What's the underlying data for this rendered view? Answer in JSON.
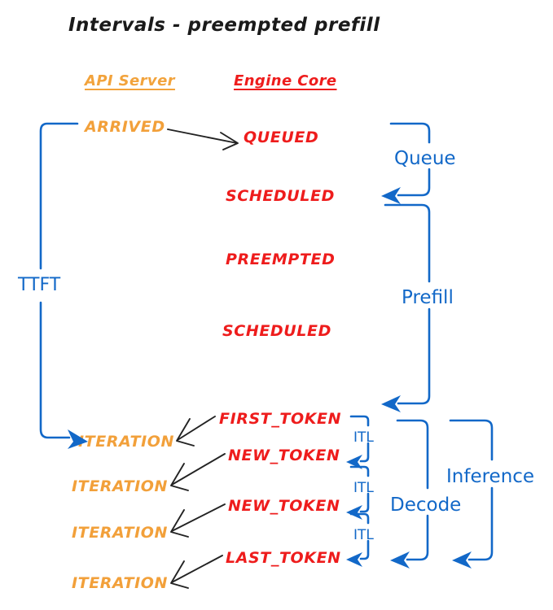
{
  "title": "Intervals - preempted prefill",
  "colors": {
    "api_server": "#F2A03A",
    "engine_core": "#EE1C1C",
    "interval": "#1268C8",
    "arrow": "#232323",
    "background": "#FFFFFF"
  },
  "columns": {
    "api_server": "API Server",
    "engine_core": "Engine Core"
  },
  "api_events": [
    {
      "label": "ARRIVED"
    },
    {
      "label": "ITERATION"
    },
    {
      "label": "ITERATION"
    },
    {
      "label": "ITERATION"
    },
    {
      "label": "ITERATION"
    }
  ],
  "engine_events": [
    {
      "label": "QUEUED"
    },
    {
      "label": "SCHEDULED"
    },
    {
      "label": "PREEMPTED"
    },
    {
      "label": "SCHEDULED"
    },
    {
      "label": "FIRST_TOKEN"
    },
    {
      "label": "NEW_TOKEN"
    },
    {
      "label": "NEW_TOKEN"
    },
    {
      "label": "LAST_TOKEN"
    }
  ],
  "intervals": {
    "ttft": "TTFT",
    "queue": "Queue",
    "prefill": "Prefill",
    "decode": "Decode",
    "inference": "Inference",
    "itl": [
      "ITL",
      "ITL",
      "ITL"
    ]
  }
}
